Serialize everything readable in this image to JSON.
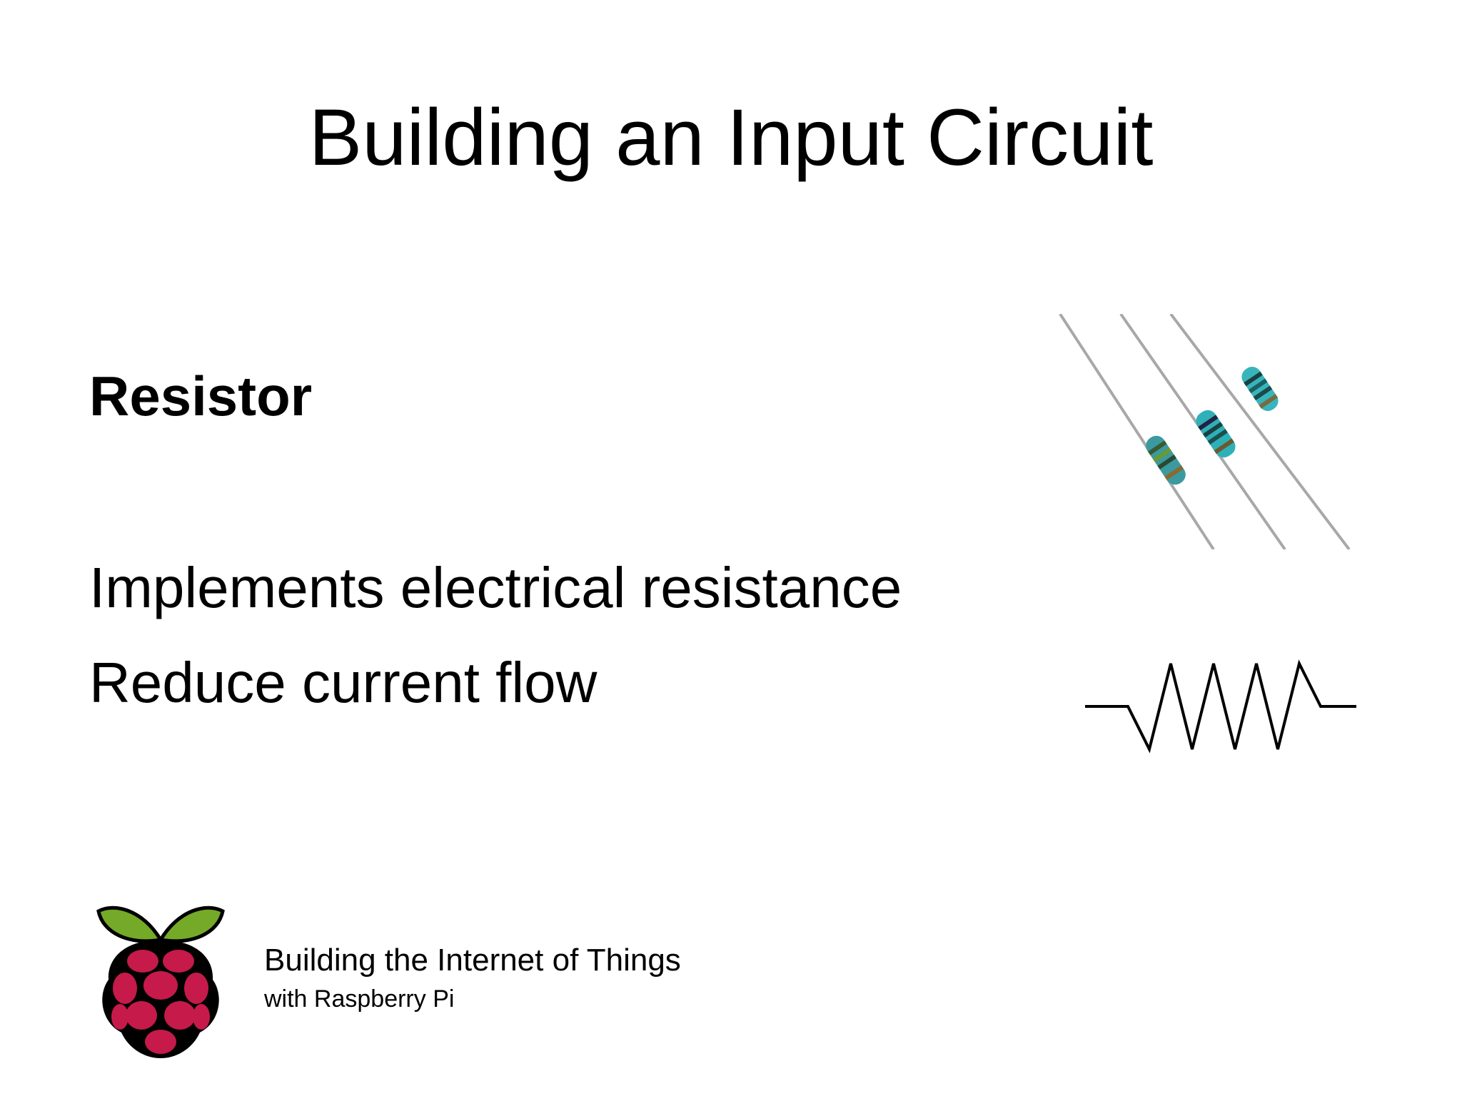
{
  "slide": {
    "title": "Building an Input Circuit",
    "heading": "Resistor",
    "bullets": [
      "Implements electrical resistance",
      "Reduce current flow"
    ]
  },
  "images": {
    "resistor_photo": "resistors-photo",
    "resistor_symbol": "resistor-schematic-symbol",
    "logo": "raspberry-pi-logo"
  },
  "footer": {
    "title": "Building the Internet of Things",
    "subtitle": "with Raspberry Pi"
  },
  "colors": {
    "background": "#ffffff",
    "text": "#000000",
    "raspberry_red": "#c51a4a",
    "leaf_green": "#75a928",
    "resistor_body": "#3aa8a8"
  }
}
